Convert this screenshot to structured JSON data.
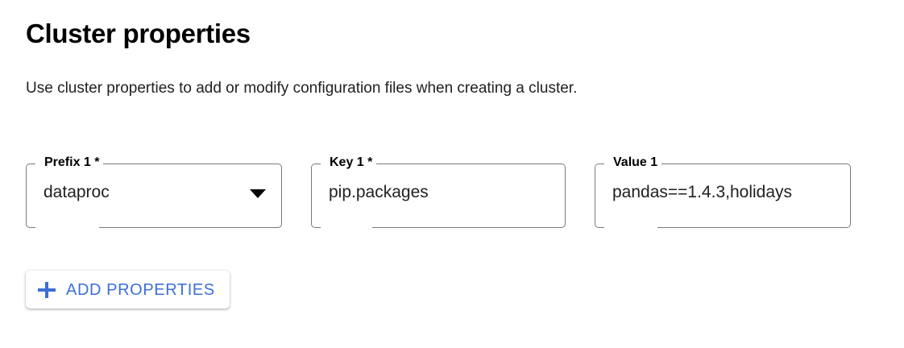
{
  "header": {
    "title": "Cluster properties",
    "description": "Use cluster properties to add or modify configuration files when creating a cluster."
  },
  "colors": {
    "accent_blue": "#3d6fd4",
    "border_gray": "#757a7f",
    "text_primary": "#202124",
    "background": "#ffffff"
  },
  "form": {
    "fields": [
      {
        "label": "Prefix 1 *",
        "value": "dataproc",
        "type": "select",
        "required": true,
        "icon": "chevron-down-icon"
      },
      {
        "label": "Key 1 *",
        "value": "pip.packages",
        "type": "text",
        "required": true,
        "icon": ""
      },
      {
        "label": "Value 1",
        "value": "pandas==1.4.3,holidays",
        "type": "text",
        "required": false,
        "icon": ""
      }
    ]
  },
  "actions": {
    "add_properties": {
      "label": "ADD PROPERTIES",
      "icon": "plus-icon"
    }
  }
}
